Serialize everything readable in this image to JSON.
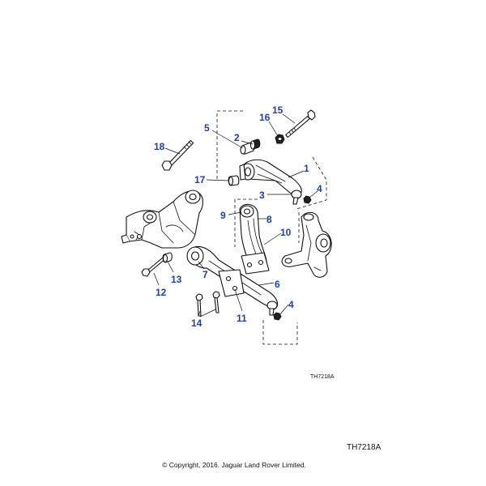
{
  "callouts": [
    "1",
    "2",
    "3",
    "4",
    "4",
    "5",
    "6",
    "7",
    "8",
    "9",
    "10",
    "11",
    "12",
    "13",
    "14",
    "15",
    "16",
    "17",
    "18"
  ],
  "figure_code_small": "TH7218A",
  "figure_code": "TH7218A",
  "copyright": "© Copyright, 2016. Jaguar Land Rover Limited.",
  "colors": {
    "callout": "#1f3fae",
    "line": "#111111",
    "background": "#ffffff"
  }
}
